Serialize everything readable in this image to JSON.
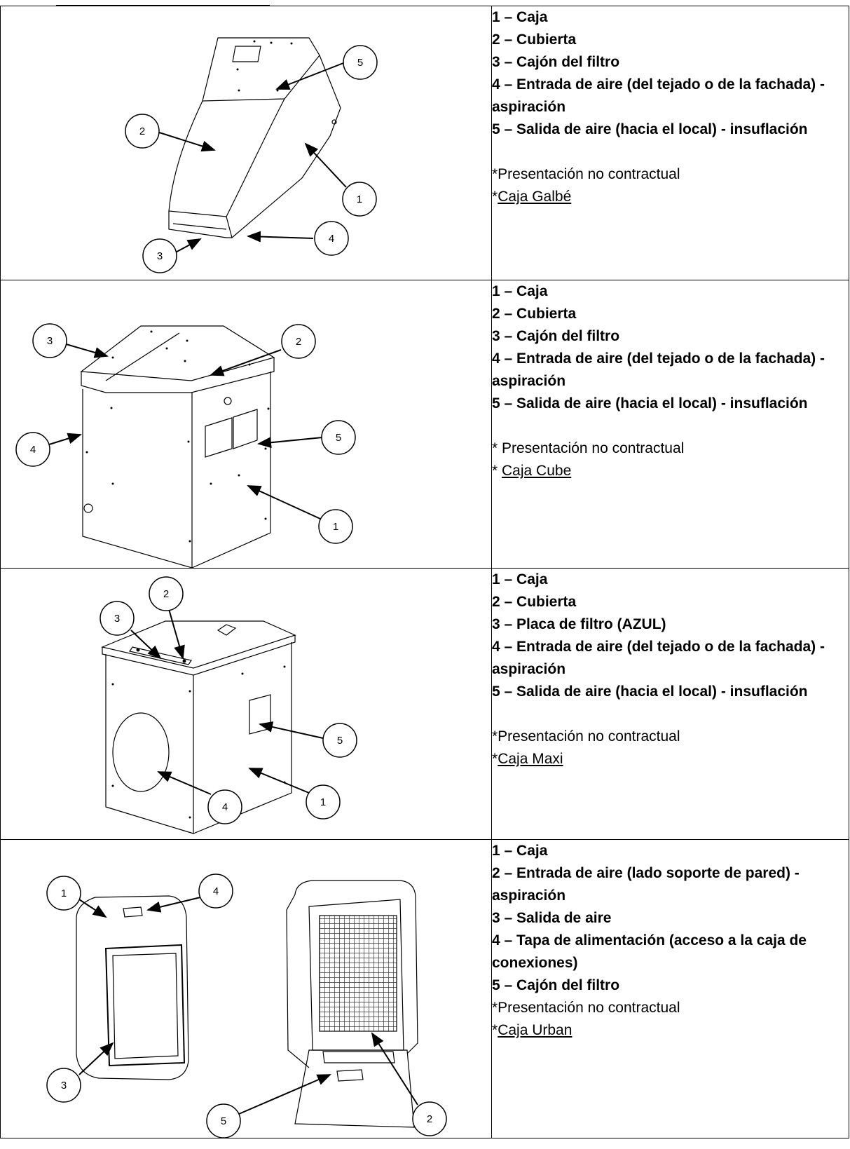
{
  "rows": [
    {
      "items": [
        "1 – Caja",
        "2 – Cubierta",
        "3 – Cajón del filtro",
        "4 – Entrada de aire (del tejado o de la fachada) - aspiración",
        "5 – Salida de aire (hacia el local) - insuflación"
      ],
      "note": "*Presentación no contractual",
      "model_prefix": "*",
      "model": "Caja Galbé"
    },
    {
      "items": [
        "1 – Caja",
        "2 – Cubierta",
        "3 – Cajón del filtro",
        "4 – Entrada de aire (del tejado o de la fachada) - aspiración",
        "5 – Salida de aire (hacia el local) - insuflación"
      ],
      "note": "* Presentación no contractual",
      "model_prefix": "* ",
      "model": "Caja Cube"
    },
    {
      "items": [
        "1 – Caja",
        "2 – Cubierta",
        "3 – Placa de filtro (AZUL)",
        "4 – Entrada de aire (del tejado o de la fachada) - aspiración",
        "5 – Salida de aire (hacia el local) - insuflación"
      ],
      "note": "*Presentación no contractual",
      "model_prefix": "*",
      "model": "Caja Maxi"
    },
    {
      "items": [
        "1 – Caja",
        "2 – Entrada de aire (lado soporte de pared) - aspiración",
        "3 – Salida de aire",
        "4 – Tapa de alimentación (acceso a la caja de conexiones)",
        "5 –  Cajón del filtro"
      ],
      "note": "*Presentación no contractual",
      "model_prefix": "*",
      "model": "Caja Urban"
    }
  ],
  "callout_numbers": [
    "1",
    "2",
    "3",
    "4",
    "5"
  ]
}
